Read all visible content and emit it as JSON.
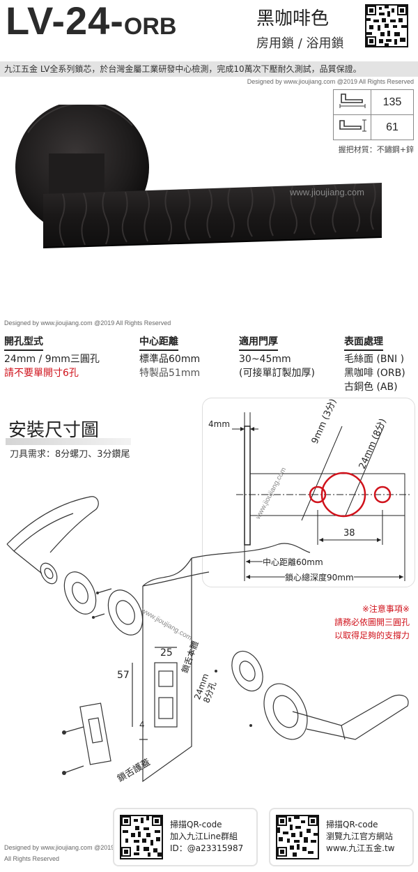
{
  "header": {
    "model_main": "LV-24-",
    "model_suffix": "ORB",
    "color_name": "黑咖啡色",
    "lock_types": "房用鎖 / 浴用鎖"
  },
  "banner": {
    "text": "九江五金 LV全系列鎖芯，於台灣金屬工業研發中心檢測，完成10萬次下壓耐久測試，品質保證。",
    "credit": "Designed by www.jioujiang.com @2019  All Rights Reserved"
  },
  "specs": {
    "length": "135",
    "projection": "61",
    "material": "握把材質：不鏽鋼+鋅"
  },
  "watermark": "www.jioujiang.com",
  "photo_credit": "Designed by www.jioujiang.com @2019  All Rights Reserved",
  "info": {
    "hole": {
      "title": "開孔型式",
      "line1": "24mm / 9mm三圓孔",
      "line2": "請不要單開寸6孔"
    },
    "center": {
      "title": "中心距離",
      "line1": "標準品60mm",
      "line2": "特製品51mm"
    },
    "door": {
      "title": "適用門厚",
      "line1": "30~45mm",
      "line2": "(可接單訂製加厚)"
    },
    "finish": {
      "title": "表面處理",
      "line1": "毛絲面 (BNI )",
      "line2": "黑咖啡 (ORB)",
      "line3": "古銅色 (AB)"
    }
  },
  "install": {
    "title": "安裝尺寸圖",
    "tools": "刀具需求：8分螺刀、3分鑽尾"
  },
  "diagram": {
    "dim_4mm": "4mm",
    "dim_9mm": "9mm (3分)",
    "dim_24mm": "24mm (8分)",
    "dim_38": "38",
    "backset": "中心距離60mm",
    "depth": "鎖心總深度90mm",
    "watermark": "www.jioujiang.com"
  },
  "notice": {
    "title": "※注意事項※",
    "line1": "請務必依圖開三圓孔",
    "line2": "以取得足夠的支撐力"
  },
  "exploded": {
    "dim_25": "25",
    "dim_57": "57",
    "dim_4": "4",
    "latch_body": "鎖舌本體",
    "latch_size1": "24mm",
    "latch_size2": "8分孔",
    "strike_plate": "鎖舌護蓋",
    "watermark": "www.jioujiang.com"
  },
  "footer": {
    "credit1": "Designed by www.jioujiang.com @2019",
    "credit2": "All Rights Reserved",
    "line": {
      "scan": "掃描QR-code",
      "action": "加入九江Line群組",
      "id": "ID：@a23315987"
    },
    "site": {
      "scan": "掃描QR-code",
      "action": "瀏覽九江官方網站",
      "url": "www.九江五金.tw"
    }
  },
  "colors": {
    "accent_red": "#d0121b",
    "product_black": "#1c1a1a"
  }
}
